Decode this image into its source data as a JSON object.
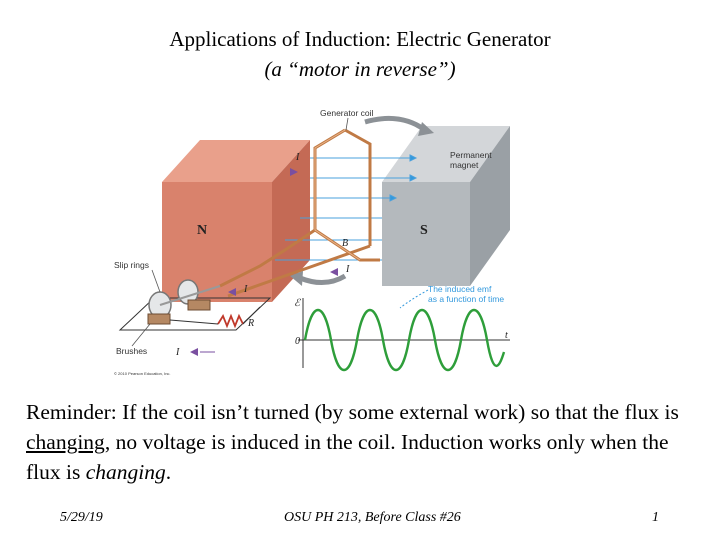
{
  "slide": {
    "title_line1": "Applications of Induction:  Electric Generator",
    "title_line2": "(a “motor in reverse”)",
    "body_before": "Reminder:  If the coil isn’t turned (by some external work) so that the flux is ",
    "body_underlined": "changing",
    "body_middle": ", no voltage is induced in the coil.  Induction works only when the flux is ",
    "body_italic": "changing",
    "body_end": "."
  },
  "figure": {
    "generator_coil_label": "Generator coil",
    "permanent_magnet_label_1": "Permanent",
    "permanent_magnet_label_2": "magnet",
    "north_label": "N",
    "south_label": "S",
    "slip_rings_label": "Slip rings",
    "brushes_label": "Brushes",
    "current_symbol": "I",
    "field_symbol": "B",
    "resistor_symbol": "R",
    "emf_symbol": "ℰ",
    "zero_label": "0",
    "time_symbol": "t",
    "emf_note_1": "The induced emf",
    "emf_note_2": "as a function of time",
    "copyright": "© 2010 Pearson Education, Inc."
  },
  "footer": {
    "date": "5/29/19",
    "course": "OSU PH 213, Before Class #26",
    "page": "1"
  },
  "colors": {
    "magnet_north": "#d9826c",
    "magnet_south": "#b4b9bd",
    "field_lines": "#4aa0dc",
    "coil": "#c07a45",
    "emf_wave": "#2e9e3a"
  }
}
